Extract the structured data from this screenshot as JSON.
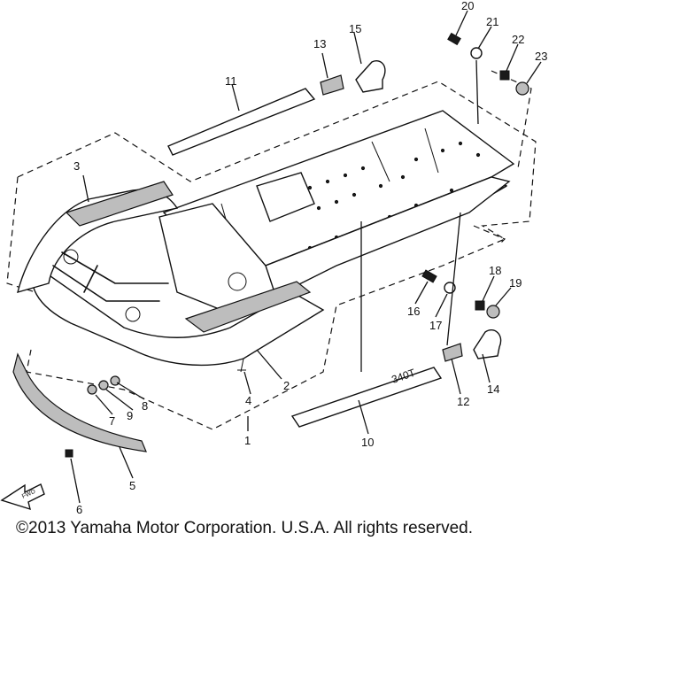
{
  "diagram": {
    "part_numbers": [
      "1",
      "2",
      "3",
      "4",
      "5",
      "6",
      "7",
      "8",
      "9",
      "10",
      "11",
      "12",
      "13",
      "14",
      "15",
      "16",
      "17",
      "18",
      "19",
      "20",
      "21",
      "22",
      "23"
    ],
    "decal_text": "340T",
    "fwd_text": "FWD"
  },
  "copyright": "©2013 Yamaha Motor Corporation. U.S.A. All rights reserved."
}
